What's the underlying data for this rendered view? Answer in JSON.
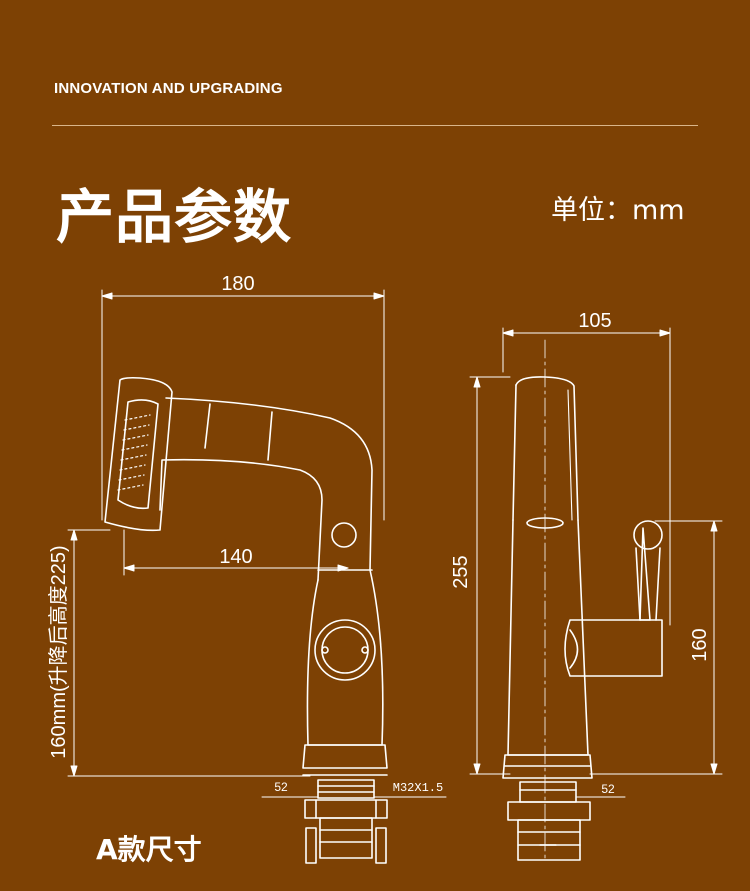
{
  "header": {
    "kicker": "INNOVATION AND UPGRADING",
    "title": "产品参数",
    "unit": "单位：mm"
  },
  "front_view": {
    "width_label": "180",
    "reach_label": "140",
    "height_label": "160mm(升降后高度225)",
    "base_label": "52",
    "thread_label": "M32X1.5"
  },
  "side_view": {
    "depth_label": "105",
    "height_label": "255",
    "handle_height_label": "160",
    "base_label": "52"
  },
  "caption": "A款尺寸",
  "colors": {
    "background": "#7d4104",
    "line": "#ffffff"
  }
}
